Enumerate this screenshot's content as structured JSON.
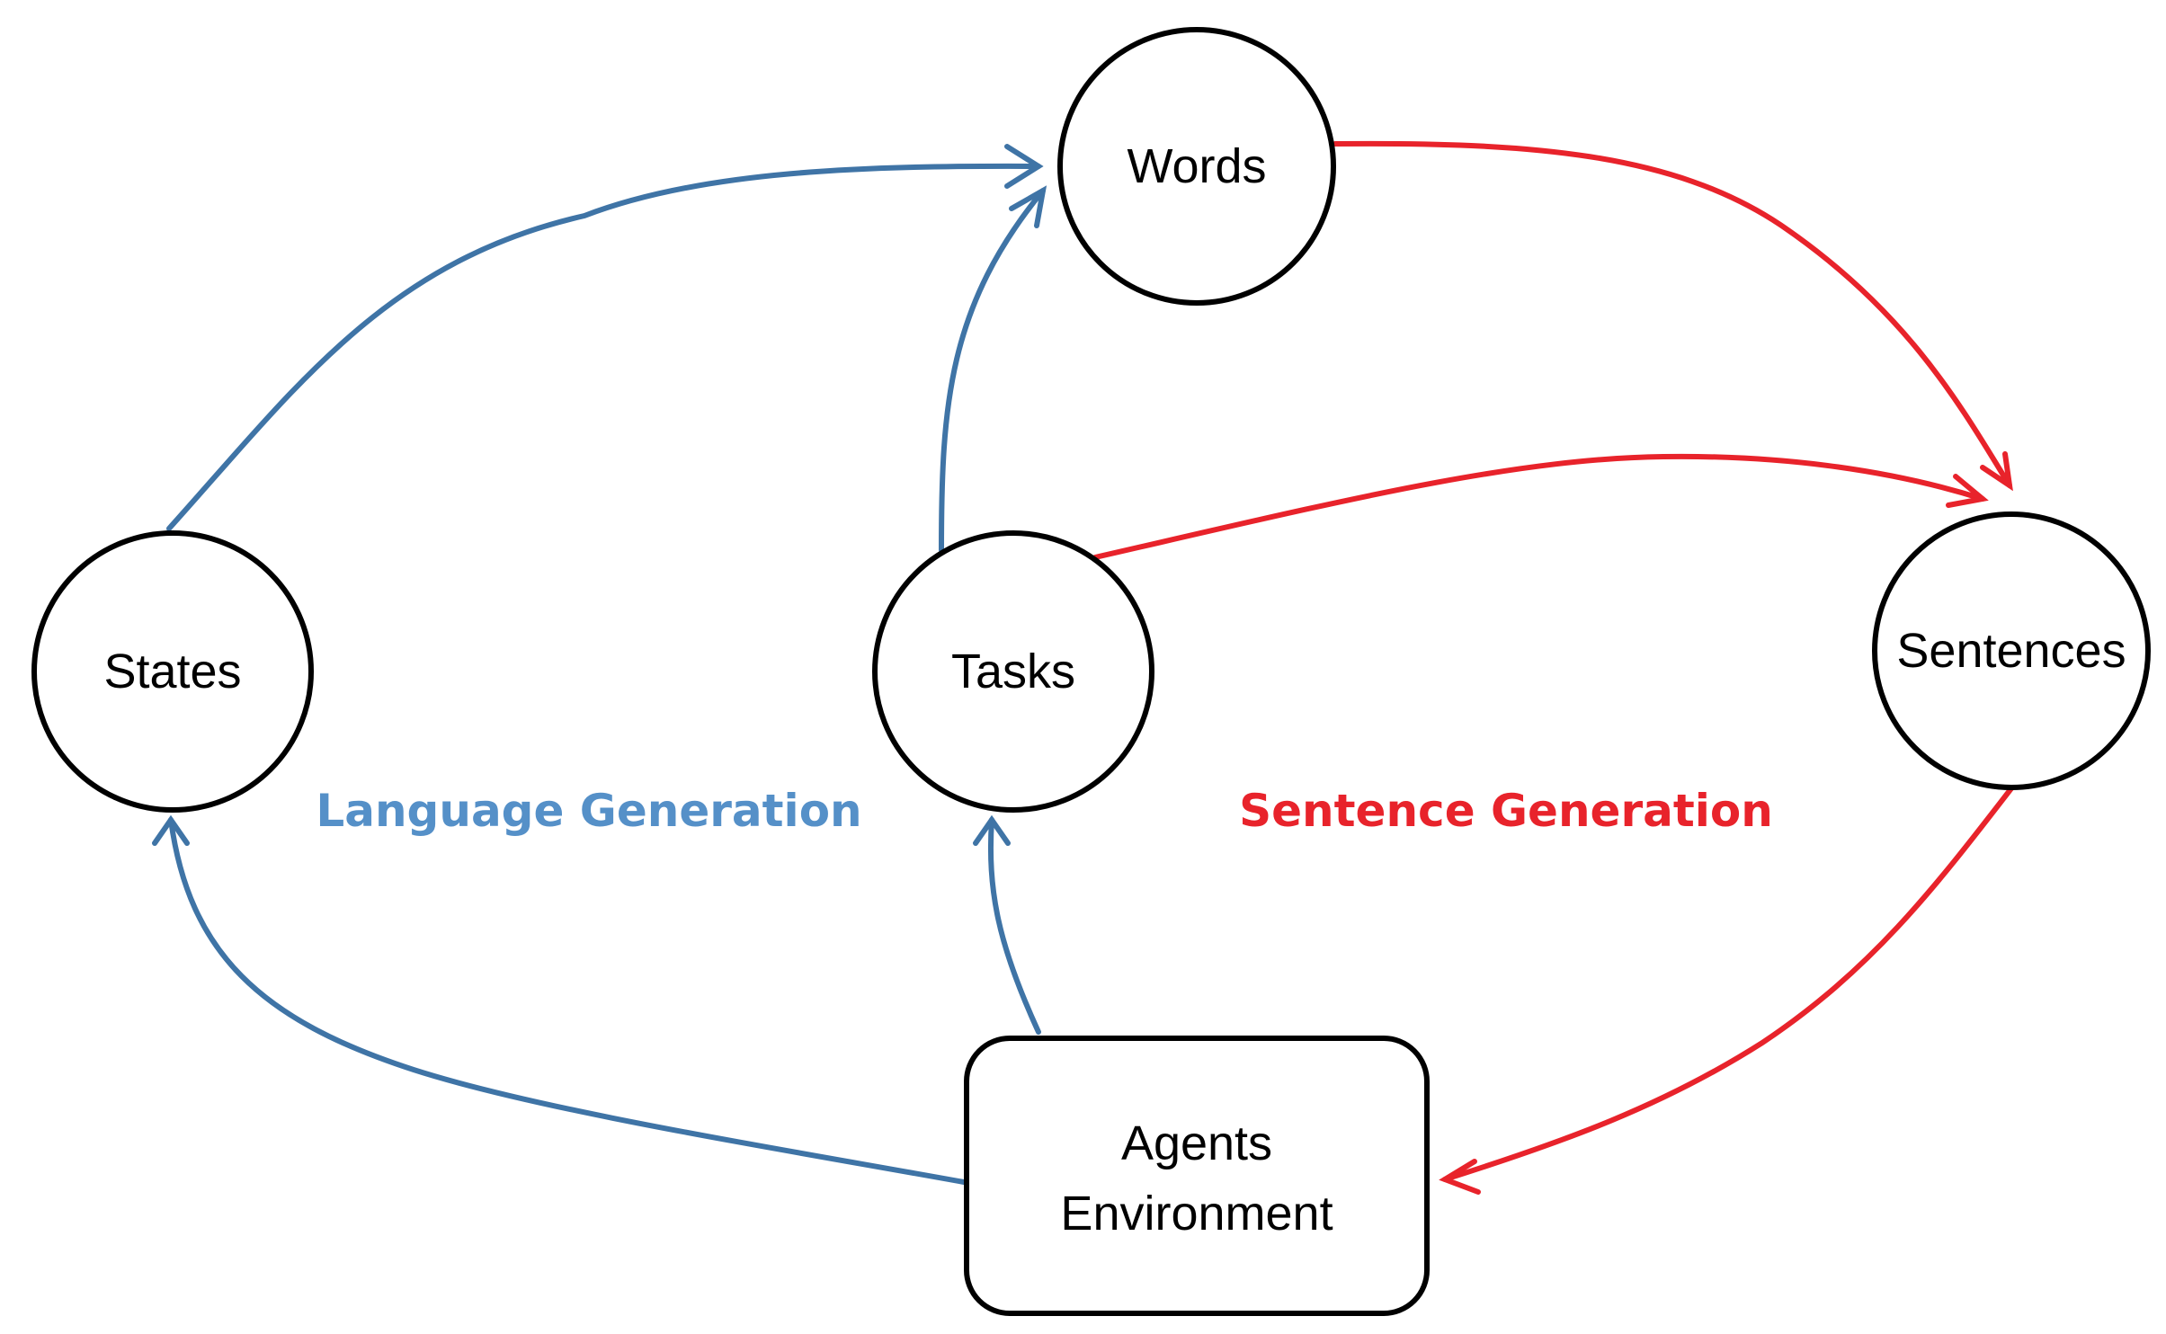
{
  "colors": {
    "language": "#3F74A6",
    "language_label": "#5590C8",
    "sentence": "#E8232B",
    "node_stroke": "#000000"
  },
  "nodes": {
    "words": "Words",
    "states": "States",
    "tasks": "Tasks",
    "sentences": "Sentences",
    "agents_line1": "Agents",
    "agents_line2": "Environment"
  },
  "groups": {
    "language_generation": "Language Generation",
    "sentence_generation": "Sentence Generation"
  }
}
